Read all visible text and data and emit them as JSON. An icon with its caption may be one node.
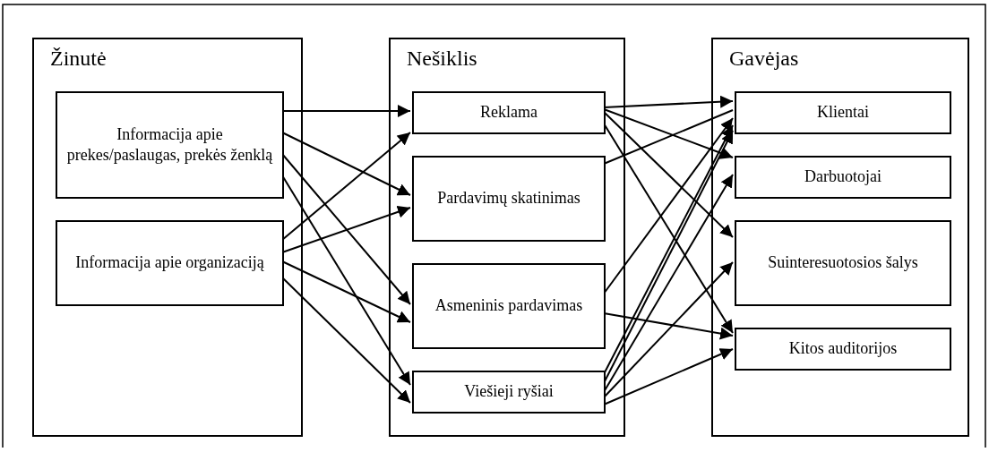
{
  "diagram": {
    "nodes": [
      {
        "text": [
          "Žinutė"
        ]
      },
      {
        "text": [
          "Informacija apie prekes/paslaugas, prekės ženklą"
        ],
        "in": 0
      },
      {
        "text": [
          "Informacija apie organizaciją"
        ],
        "in": 0
      },
      {
        "text": [
          "Nešiklis"
        ]
      },
      {
        "text": [
          "Reklama"
        ],
        "in": 3
      },
      {
        "text": [
          "Pardavimų skatinimas"
        ],
        "in": 3
      },
      {
        "text": [
          "Asmeninis pardavimas"
        ],
        "in": 3
      },
      {
        "text": [
          "Viešieji ryšiai"
        ],
        "in": 3
      },
      {
        "text": [
          "Gavėjas"
        ]
      },
      {
        "text": [
          "Klientai"
        ],
        "in": 8
      },
      {
        "text": [
          "Darbuotojai"
        ],
        "in": 8
      },
      {
        "text": [
          "Suinteresuotosios šalys"
        ],
        "in": 8
      },
      {
        "text": [
          "Kitos auditorijos"
        ],
        "in": 8
      }
    ],
    "edges": [
      {
        "from": 1,
        "to": 4,
        "arrow": "to"
      },
      {
        "from": 1,
        "to": 5,
        "arrow": "to"
      },
      {
        "from": 1,
        "to": 6,
        "arrow": "to"
      },
      {
        "from": 1,
        "to": 7,
        "arrow": "to"
      },
      {
        "from": 2,
        "to": 4,
        "arrow": "to"
      },
      {
        "from": 2,
        "to": 5,
        "arrow": "to"
      },
      {
        "from": 2,
        "to": 6,
        "arrow": "to"
      },
      {
        "from": 2,
        "to": 7,
        "arrow": "to"
      },
      {
        "from": 4,
        "to": 9,
        "arrow": "to"
      },
      {
        "from": 4,
        "to": 10,
        "arrow": "to"
      },
      {
        "from": 4,
        "to": 11,
        "arrow": "to"
      },
      {
        "from": 4,
        "to": 12,
        "arrow": "to"
      },
      {
        "from": 5,
        "to": 9,
        "arrow": "none"
      },
      {
        "from": 6,
        "to": 9,
        "arrow": "to"
      },
      {
        "from": 6,
        "to": 12,
        "arrow": "to"
      },
      {
        "from": 7,
        "to": 9,
        "arrow": "to"
      },
      {
        "from": 7,
        "to": 9,
        "arrow": "to"
      },
      {
        "from": 7,
        "to": 10,
        "arrow": "to"
      },
      {
        "from": 7,
        "to": 11,
        "arrow": "to"
      },
      {
        "from": 7,
        "to": 12,
        "arrow": "to"
      }
    ]
  }
}
